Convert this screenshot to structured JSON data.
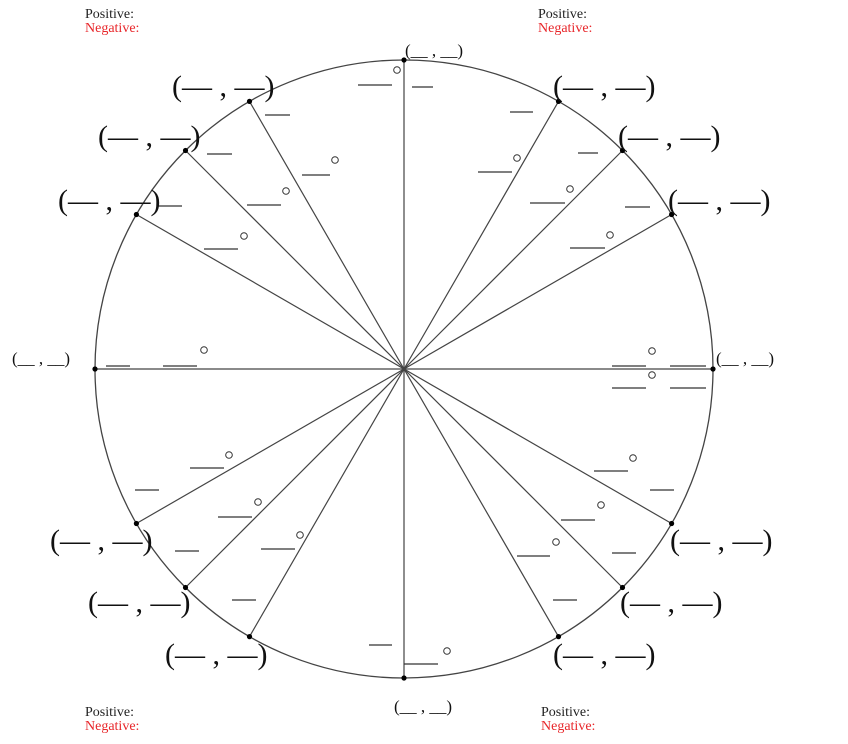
{
  "quadrant_labels": {
    "positive": "Positive:",
    "negative": "Negative:"
  },
  "coord_blank": "(— , —)",
  "axis_coord_blank": "(__ , __)",
  "degree_symbol": "°",
  "colors": {
    "negative": "#e8262a",
    "line": "#444444"
  },
  "angles_deg": [
    0,
    30,
    45,
    60,
    90,
    120,
    135,
    150,
    180,
    210,
    225,
    240,
    270,
    300,
    315,
    330
  ]
}
